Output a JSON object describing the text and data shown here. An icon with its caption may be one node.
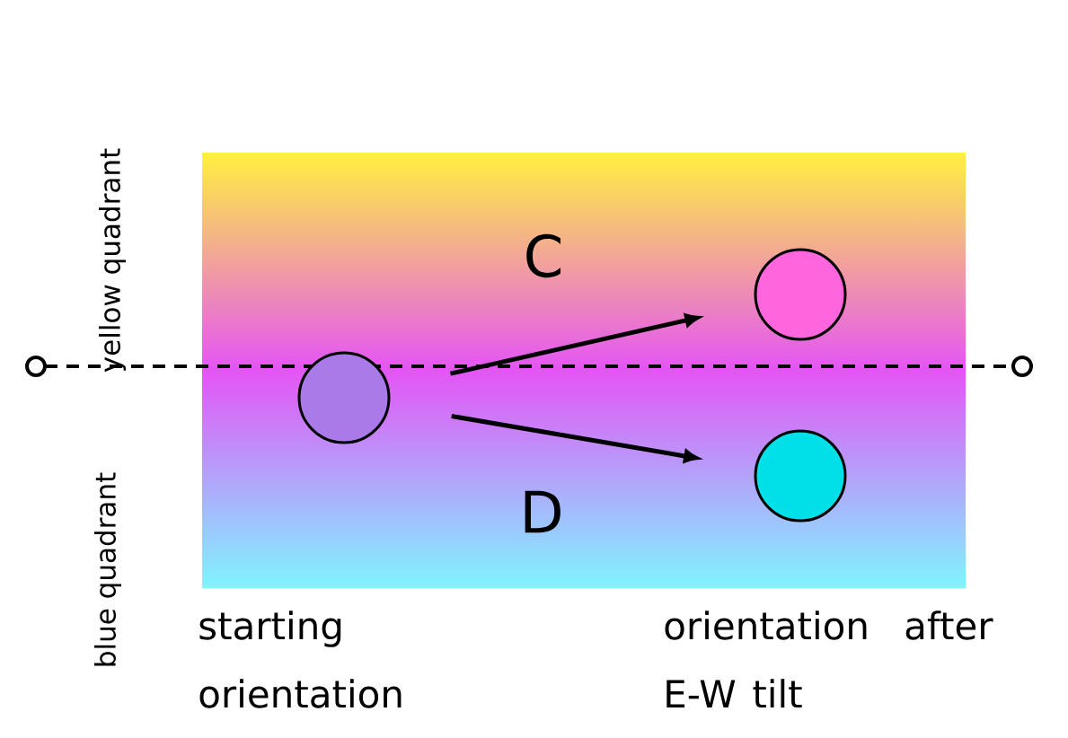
{
  "diagram": {
    "nodes": [
      {
        "text": [],
        "shape": "circle"
      },
      {
        "text": [],
        "shape": "circle"
      },
      {
        "text": [],
        "shape": "circle"
      }
    ],
    "edges": [
      {
        "from": 0,
        "to": 1,
        "arrow": "to",
        "label": "C"
      },
      {
        "from": 0,
        "to": 2,
        "arrow": "to",
        "label": "D"
      }
    ],
    "labels": [
      "yellow quadrant",
      "blue quadrant",
      "starting orientation",
      "orientation after E-W tilt"
    ]
  }
}
